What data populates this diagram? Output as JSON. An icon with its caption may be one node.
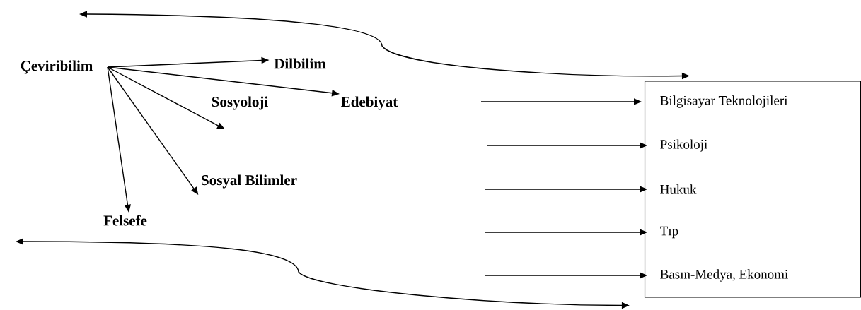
{
  "diagram": {
    "nodes": [
      {
        "text": [
          "Çeviribilim"
        ]
      },
      {
        "text": [
          "Dilbilim"
        ]
      },
      {
        "text": [
          "Sosyoloji"
        ]
      },
      {
        "text": [
          "Edebiyat"
        ]
      },
      {
        "text": [
          "Sosyal Bilimler"
        ]
      },
      {
        "text": [
          "Felsefe"
        ]
      },
      {
        "text": [],
        "shape": "box"
      },
      {
        "text": [
          "Bilgisayar Teknolojileri"
        ],
        "in": 6
      },
      {
        "text": [
          "Psikoloji"
        ],
        "in": 6
      },
      {
        "text": [
          "Hukuk"
        ],
        "in": 6
      },
      {
        "text": [
          "Tıp"
        ],
        "in": 6
      },
      {
        "text": [
          "Basın-Medya, Ekonomi"
        ],
        "in": 6
      }
    ],
    "edges": [
      {
        "from": 0,
        "to": 1,
        "arrow": "to"
      },
      {
        "from": 0,
        "to": 3,
        "arrow": "to"
      },
      {
        "from": 0,
        "to": 2,
        "arrow": "to"
      },
      {
        "from": 0,
        "to": 4,
        "arrow": "to"
      },
      {
        "from": 0,
        "to": 5,
        "arrow": "to"
      },
      {
        "from": null,
        "to": 7,
        "arrow": "to"
      },
      {
        "from": null,
        "to": 8,
        "arrow": "to"
      },
      {
        "from": null,
        "to": 9,
        "arrow": "to"
      },
      {
        "from": null,
        "to": 10,
        "arrow": "to"
      },
      {
        "from": null,
        "to": 11,
        "arrow": "to"
      },
      {
        "from": null,
        "to": 6,
        "arrow": "both"
      },
      {
        "from": null,
        "to": 6,
        "arrow": "both"
      }
    ]
  }
}
